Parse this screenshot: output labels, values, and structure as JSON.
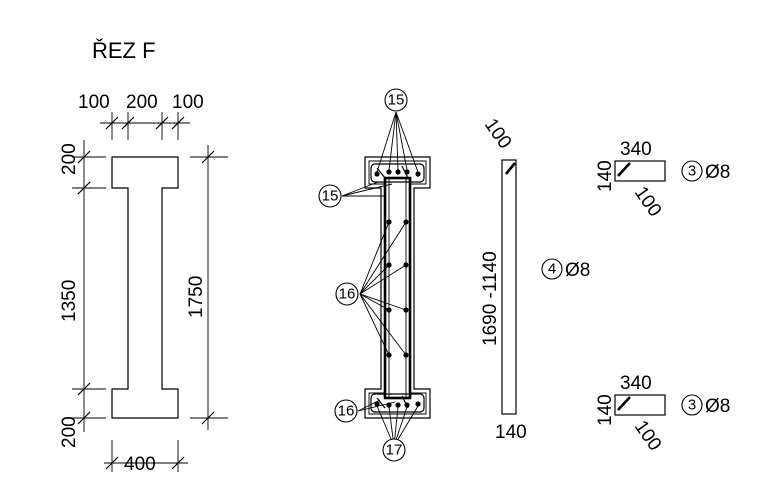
{
  "section_title": "ŘEZ F",
  "dims": {
    "top_100_left": "100",
    "top_200": "200",
    "top_100_right": "100",
    "left_200_top": "200",
    "left_1350": "1350",
    "left_200_bottom": "200",
    "right_1750": "1750",
    "bottom_400": "400"
  },
  "callouts": {
    "c15_top": "15",
    "c15_mid": "15",
    "c16_mid": "16",
    "c16_bot": "16",
    "c17_bot": "17",
    "c4": "4",
    "c3_top": "3",
    "c3_bot": "3"
  },
  "bar4": {
    "hook": "100",
    "length": "1690 -1140",
    "base": "140",
    "spec": "Ø8"
  },
  "stirrup_top": {
    "w": "340",
    "h": "140",
    "hook": "100",
    "spec": "Ø8"
  },
  "stirrup_bot": {
    "w": "340",
    "h": "140",
    "hook": "100",
    "spec": "Ø8"
  }
}
